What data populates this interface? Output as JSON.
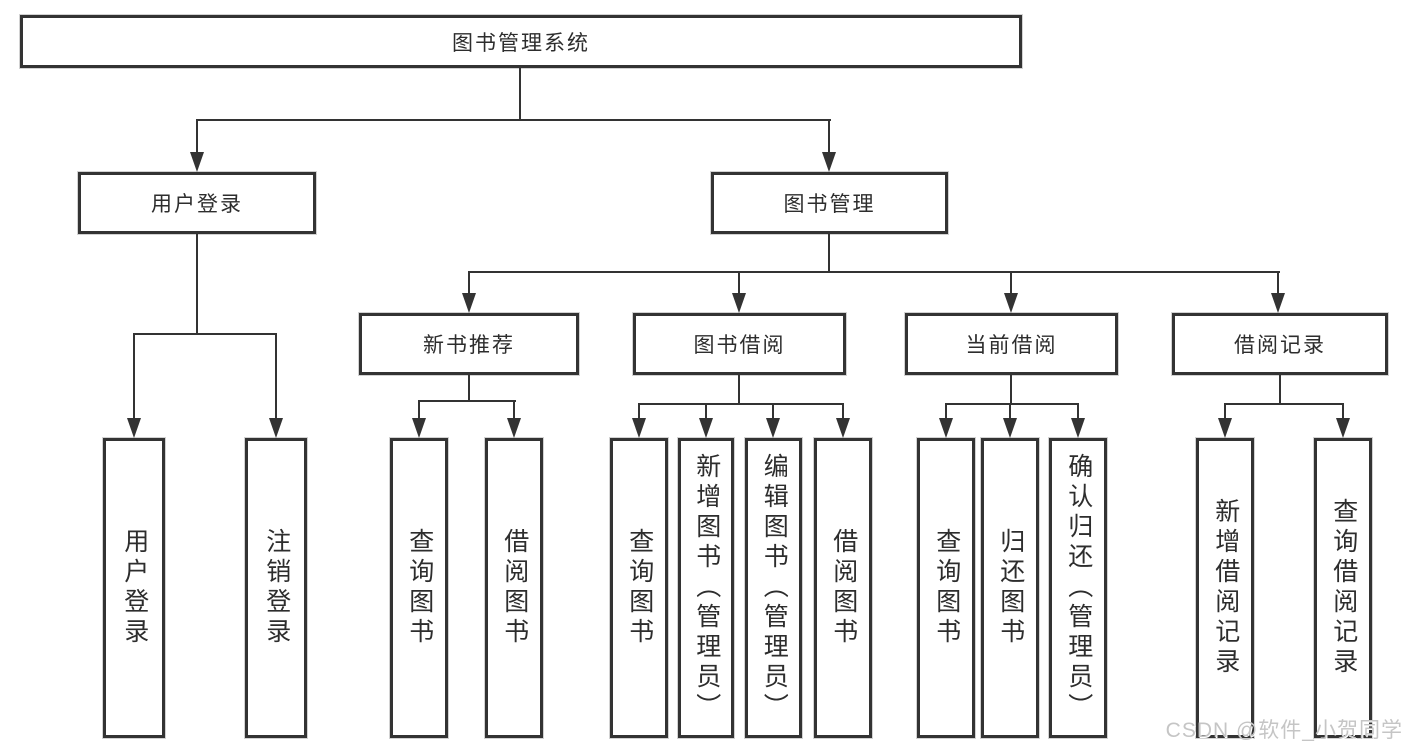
{
  "diagram": {
    "root": {
      "label": "图书管理系统"
    },
    "branches": [
      {
        "label": "用户登录",
        "children": [
          "用户登录",
          "注销登录"
        ]
      },
      {
        "label": "图书管理",
        "children": [
          {
            "label": "新书推荐",
            "children": [
              "查询图书",
              "借阅图书"
            ]
          },
          {
            "label": "图书借阅",
            "children": [
              "查询图书",
              "新增图书（管理员）",
              "编辑图书（管理员）",
              "借阅图书"
            ]
          },
          {
            "label": "当前借阅",
            "children": [
              "查询图书",
              "归还图书",
              "确认归还（管理员）"
            ]
          },
          {
            "label": "借阅记录",
            "children": [
              "新增借阅记录",
              "查询借阅记录"
            ]
          }
        ]
      }
    ]
  },
  "watermark": {
    "text": "CSDN @软件_小贺同学"
  },
  "icons": {
    "arrow_down": "css-triangle-down"
  },
  "colors": {
    "background": "#ffffff",
    "box_border": "#333333",
    "line": "#333333",
    "text": "#2d2d2d",
    "watermark": "#c5c5c5"
  }
}
